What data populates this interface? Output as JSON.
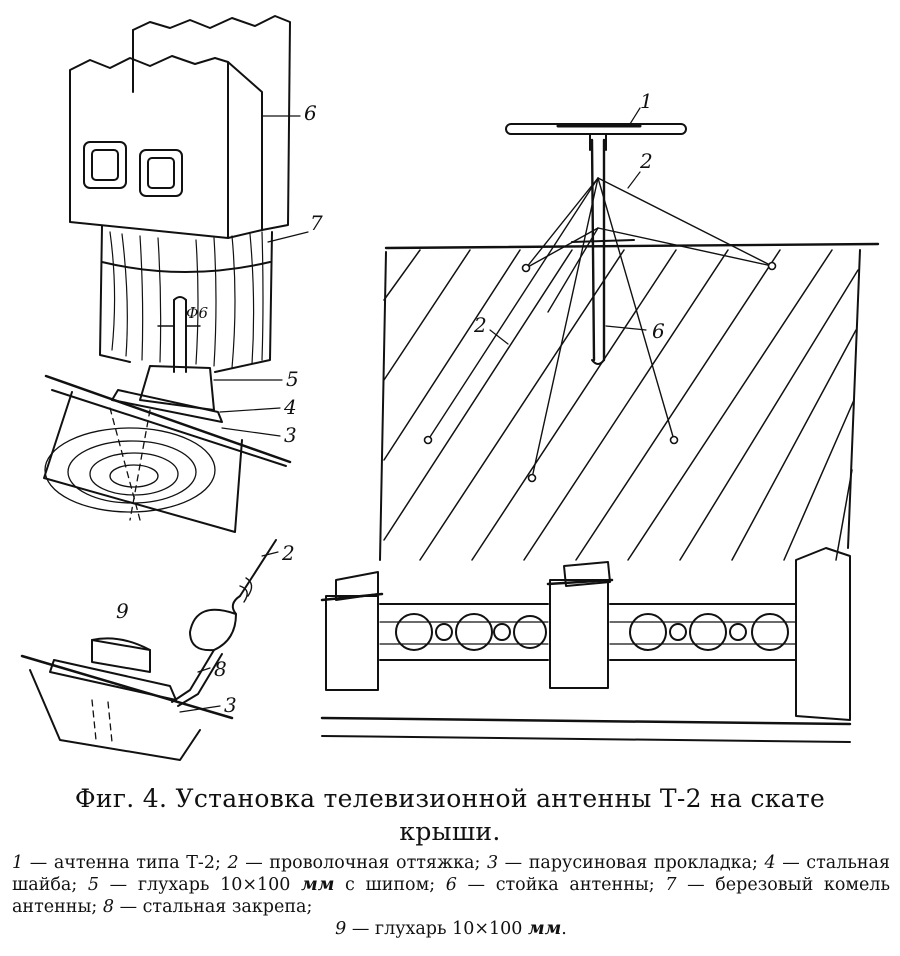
{
  "figure": {
    "callouts": {
      "top_antenna": "1",
      "top_guy_upper": "2",
      "top_guy_left": "2",
      "top_mast": "6",
      "detail_post": "6",
      "detail_butt": "7",
      "detail_bore": "Ф6",
      "detail_lag": "5",
      "detail_washer": "4",
      "detail_pad": "3",
      "clamp_wire": "2",
      "clamp_lag": "9",
      "clamp_clip": "8",
      "clamp_pad": "3"
    }
  },
  "caption": {
    "title_line1": "Фиг. 4. Установка телевизионной антенны Т-2 на скате",
    "title_line2": "крыши.",
    "legend": [
      {
        "num": "1",
        "text": " — ачтенна типа Т-2; "
      },
      {
        "num": "2",
        "text": " — проволочная оттяжка; "
      },
      {
        "num": "3",
        "text": " — парусиновая прокладка; "
      },
      {
        "num": "4",
        "text": " — стальная шайба; "
      },
      {
        "num": "5",
        "text": " — глухарь 10×100 ",
        "unit": "мм",
        "after": " с шипом; "
      },
      {
        "num": "6",
        "text": " — стойка антенны; "
      },
      {
        "num": "7",
        "text": " — березовый комель антенны; "
      },
      {
        "num": "8",
        "text": " — стальная закрепа; "
      },
      {
        "num": "9",
        "text": " — глухарь 10×100 ",
        "unit": "мм",
        "after": "."
      }
    ]
  }
}
